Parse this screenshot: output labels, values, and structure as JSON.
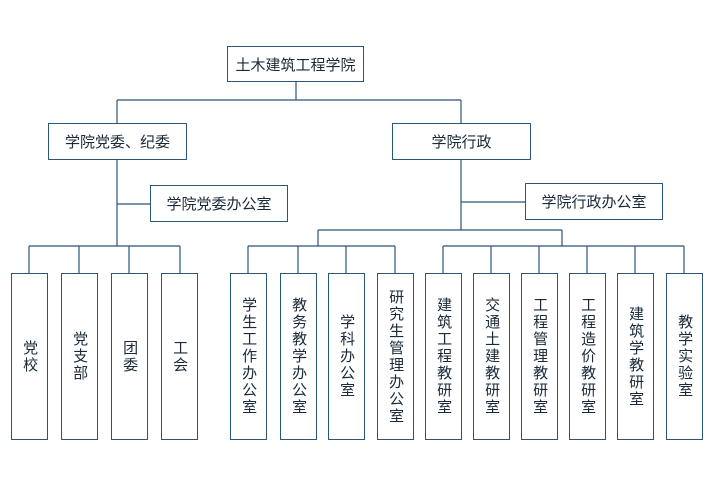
{
  "root": "土木建筑工程学院",
  "party": {
    "label": "学院党委、纪委",
    "office": "学院党委办公室",
    "children": [
      "党校",
      "党支部",
      "团委",
      "工会"
    ]
  },
  "admin": {
    "label": "学院行政",
    "office": "学院行政办公室",
    "left_children": [
      "学生工作办公室",
      "教务教学办公室",
      "学科办公室",
      "研究生管理办公室"
    ],
    "right_children": [
      "建筑工程教研室",
      "交通土建教研室",
      "工程管理教研室",
      "工程造价教研室",
      "建筑学教研室",
      "教学实验室"
    ]
  },
  "colors": {
    "line": "#2d5578",
    "text": "#1a2a3a",
    "background": "#ffffff"
  }
}
